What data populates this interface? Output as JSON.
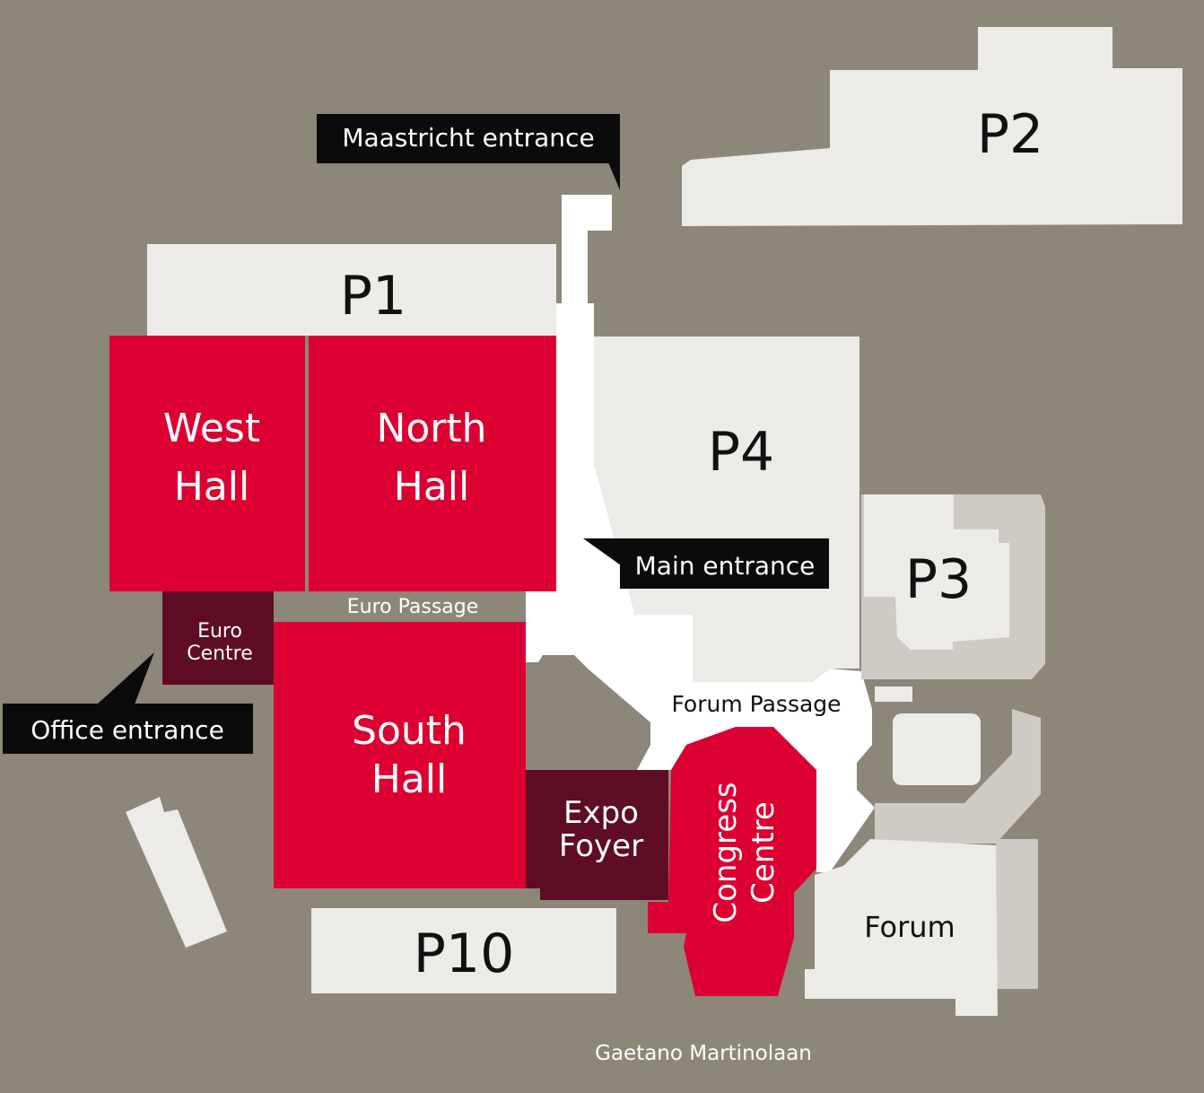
{
  "map": {
    "colors": {
      "background": "#8c8778",
      "parking": "#ecebe7",
      "building_secondary": "#cfcbc4",
      "hall": "#dc0032",
      "foyer": "#5e0d24",
      "walkway": "#ffffff",
      "callout": "#0b0b0b"
    },
    "parking": {
      "p1": "P1",
      "p2": "P2",
      "p3": "P3",
      "p4": "P4",
      "p10": "P10"
    },
    "halls": {
      "west": [
        "West",
        "Hall"
      ],
      "north": [
        "North",
        "Hall"
      ],
      "south": [
        "South",
        "Hall"
      ],
      "congress": [
        "Congress",
        "Centre"
      ]
    },
    "foyers": {
      "euro_centre": [
        "Euro",
        "Centre"
      ],
      "expo_foyer": [
        "Expo",
        "Foyer"
      ]
    },
    "passages": {
      "euro": "Euro Passage",
      "forum": "Forum Passage"
    },
    "forum": "Forum",
    "entrances": {
      "maastricht": "Maastricht entrance",
      "main": "Main entrance",
      "office": "Office entrance"
    },
    "street": "Gaetano Martinolaan"
  }
}
